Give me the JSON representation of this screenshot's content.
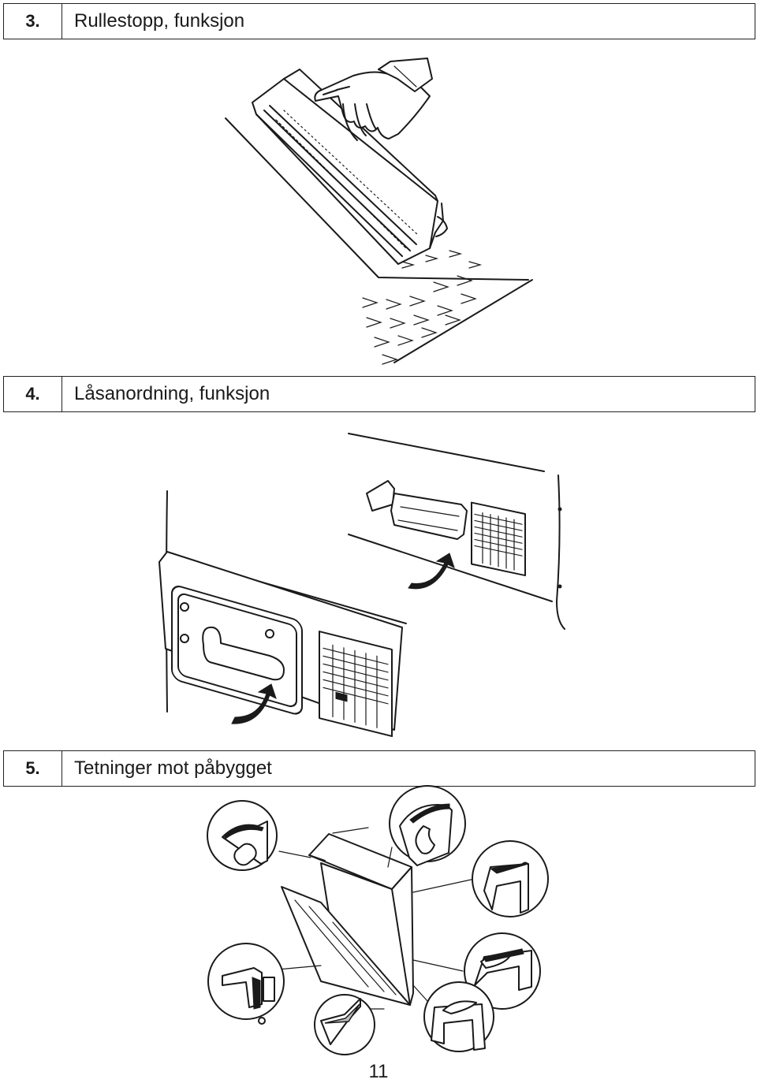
{
  "sections": [
    {
      "number": "3.",
      "title": "Rullestopp, funksjon"
    },
    {
      "number": "4.",
      "title": "Låsanordning, funksjon"
    },
    {
      "number": "5.",
      "title": "Tetninger mot påbygget"
    }
  ],
  "page_number": "11"
}
